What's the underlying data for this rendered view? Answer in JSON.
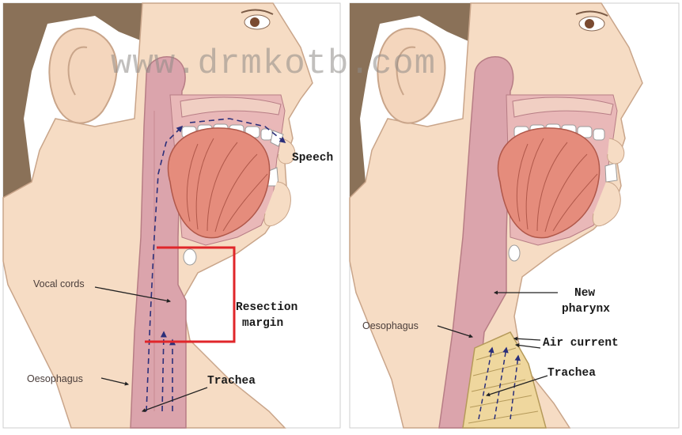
{
  "watermark": "www.drmkotb.com",
  "left_panel": {
    "labels": {
      "speech": "Speech",
      "vocal_cords": "Vocal cords",
      "resection_1": "Resection",
      "resection_2": "margin",
      "oesophagus": "Oesophagus",
      "trachea": "Trachea"
    }
  },
  "right_panel": {
    "labels": {
      "new_1": "New",
      "new_2": "pharynx",
      "oesophagus": "Oesophagus",
      "air_current": "Air current",
      "trachea": "Trachea"
    }
  },
  "colors": {
    "skin": "#f6dcc4",
    "hair": "#8a7158",
    "tongue": "#e58c7c",
    "tract": "#dba4ac",
    "arrow": "#2b2f7a",
    "resection": "#e0262a"
  }
}
